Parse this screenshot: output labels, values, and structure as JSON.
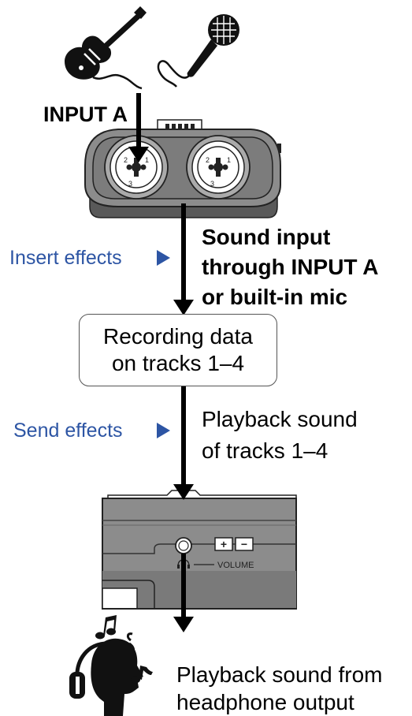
{
  "input_label": "INPUT A",
  "device_top": {
    "jack_left_pins": [
      "2",
      "1",
      "3"
    ],
    "jack_right_pins": [
      "2",
      "1",
      "3"
    ]
  },
  "insert_effects_label": "Insert effects",
  "sound_input_lines": [
    "Sound input",
    "through INPUT A",
    "or built-in mic"
  ],
  "recording_box_lines": [
    "Recording data",
    "on tracks 1–4"
  ],
  "send_effects_label": "Send effects",
  "playback_tracks_lines": [
    "Playback sound",
    "of tracks 1–4"
  ],
  "device_bottom": {
    "plus_symbol": "+",
    "minus_symbol": "−",
    "volume_label": "VOLUME"
  },
  "headphone_output_lines": [
    "Playback sound from",
    "headphone output"
  ],
  "colors": {
    "accent_blue": "#2d55a4",
    "device_gray": "#8c8c8c",
    "device_dark": "#595959"
  }
}
